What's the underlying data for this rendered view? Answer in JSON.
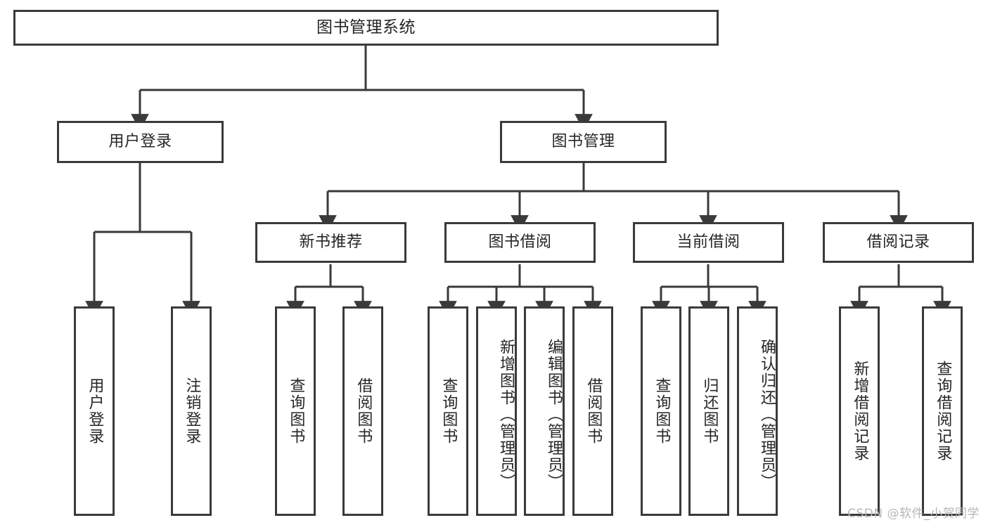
{
  "diagram": {
    "title": "图书管理系统",
    "watermark": "CSDN @软件_小贺同学",
    "root": {
      "label": "图书管理系统"
    },
    "level2": [
      {
        "id": "user-login",
        "label": "用户登录"
      },
      {
        "id": "book-manage",
        "label": "图书管理"
      }
    ],
    "level3": [
      {
        "id": "new-book-recommend",
        "label": "新书推荐"
      },
      {
        "id": "book-borrow",
        "label": "图书借阅"
      },
      {
        "id": "current-borrow",
        "label": "当前借阅"
      },
      {
        "id": "borrow-record",
        "label": "借阅记录"
      }
    ],
    "leaves": {
      "user_login": [
        {
          "id": "leaf-user-login",
          "label": "用户登录"
        },
        {
          "id": "leaf-logout",
          "label": "注销登录"
        }
      ],
      "new_book_recommend": [
        {
          "id": "leaf-query-book-1",
          "label": "查询图书"
        },
        {
          "id": "leaf-borrow-book-1",
          "label": "借阅图书"
        }
      ],
      "book_borrow": [
        {
          "id": "leaf-query-book-2",
          "label": "查询图书"
        },
        {
          "id": "leaf-add-book",
          "label": "新增图书（管理员）"
        },
        {
          "id": "leaf-edit-book",
          "label": "编辑图书（管理员）"
        },
        {
          "id": "leaf-borrow-book-2",
          "label": "借阅图书"
        }
      ],
      "current_borrow": [
        {
          "id": "leaf-query-book-3",
          "label": "查询图书"
        },
        {
          "id": "leaf-return-book",
          "label": "归还图书"
        },
        {
          "id": "leaf-confirm-return",
          "label": "确认归还（管理员）"
        }
      ],
      "borrow_record": [
        {
          "id": "leaf-add-record",
          "label": "新增借阅记录"
        },
        {
          "id": "leaf-query-record",
          "label": "查询借阅记录"
        }
      ]
    },
    "colors": {
      "stroke": "#3a3a3a",
      "text": "#262626",
      "background": "#ffffff",
      "watermark": "#b6b6b6"
    }
  }
}
